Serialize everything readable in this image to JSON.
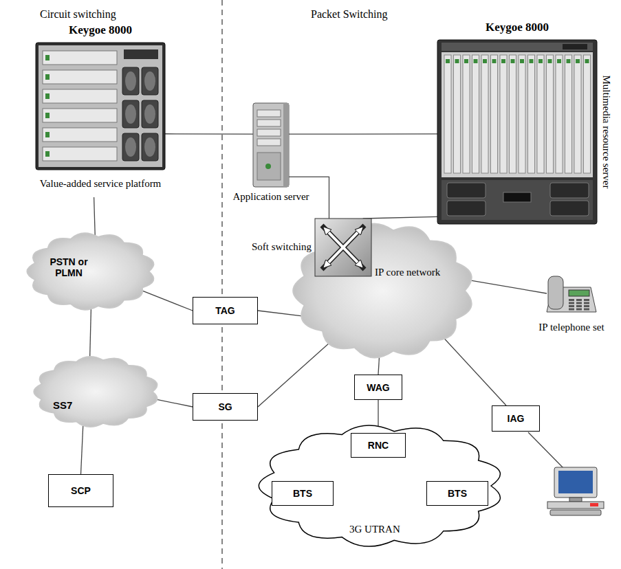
{
  "diagram": {
    "nodes": [
      {
        "text": [
          "Keygoe 8000",
          "Value-added service platform"
        ]
      },
      {
        "text": [
          "Application server"
        ]
      },
      {
        "text": [
          "Keygoe 8000",
          "Multimedia resource server"
        ]
      },
      {
        "text": [
          "Soft switching"
        ]
      },
      {
        "text": [
          "PSTN or PLMN"
        ]
      },
      {
        "text": [
          "TAG"
        ]
      },
      {
        "text": [
          "IP core network"
        ]
      },
      {
        "text": [
          "IP telephone set"
        ]
      },
      {
        "text": [
          "SS7"
        ]
      },
      {
        "text": [
          "SG"
        ]
      },
      {
        "text": [
          "WAG"
        ]
      },
      {
        "text": [
          "IAG"
        ]
      },
      {
        "text": [
          "3G UTRAN"
        ]
      },
      {
        "text": [
          "RNC"
        ],
        "in": 12
      },
      {
        "text": [
          "BTS"
        ],
        "in": 12
      },
      {
        "text": [
          "BTS"
        ],
        "in": 12
      },
      {
        "text": [
          "SCP"
        ]
      }
    ],
    "edges": [
      {
        "from": 0,
        "to": 1,
        "arrow": "none"
      },
      {
        "from": 1,
        "to": 2,
        "arrow": "none"
      },
      {
        "from": 1,
        "to": 3,
        "arrow": "none"
      },
      {
        "from": 3,
        "to": 2,
        "arrow": "none"
      },
      {
        "from": 0,
        "to": 4,
        "arrow": "none"
      },
      {
        "from": 4,
        "to": 5,
        "arrow": "none"
      },
      {
        "from": 5,
        "to": 6,
        "arrow": "none"
      },
      {
        "from": 4,
        "to": 8,
        "arrow": "none"
      },
      {
        "from": 8,
        "to": 9,
        "arrow": "none"
      },
      {
        "from": 9,
        "to": 6,
        "arrow": "none"
      },
      {
        "from": 8,
        "to": 16,
        "arrow": "none"
      },
      {
        "from": 6,
        "to": 7,
        "arrow": "none"
      },
      {
        "from": 6,
        "to": 10,
        "arrow": "none"
      },
      {
        "from": 10,
        "to": 13,
        "arrow": "none"
      },
      {
        "from": 6,
        "to": 11,
        "arrow": "none"
      },
      {
        "from": 13,
        "to": 14,
        "arrow": "none"
      },
      {
        "from": 13,
        "to": 15,
        "arrow": "none"
      }
    ],
    "labels": [
      "Circuit switching",
      "Packet Switching"
    ]
  }
}
